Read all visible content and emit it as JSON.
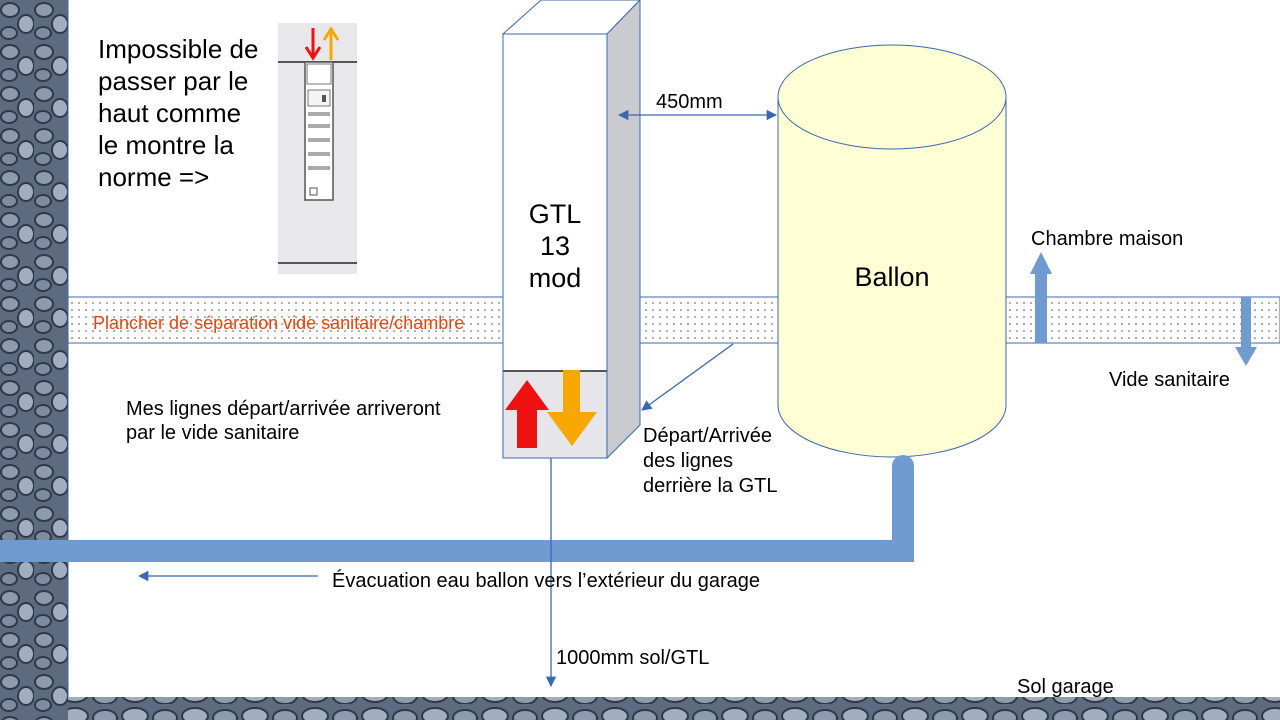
{
  "labels": {
    "impossible_note": "Impossible de\npasser par le\nhaut comme\nle montre la\nnorme =>",
    "gtl": "GTL\n13\nmod",
    "ballon": "Ballon",
    "dimension_450": "450mm",
    "chambre_maison": "Chambre maison",
    "vide_sanitaire": "Vide sanitaire",
    "plancher": "Plancher de séparation vide sanitaire/chambre",
    "mes_lignes": "Mes lignes départ/arrivée arriveront\npar le vide sanitaire",
    "depart_arrivee": "Départ/Arrivée\ndes lignes\nderrière la GTL",
    "evacuation": "Évacuation eau ballon vers l’extérieur du garage",
    "dimension_1000": "1000mm sol/GTL",
    "sol_garage": "Sol garage"
  },
  "colors": {
    "line_blue": "#3a68b0",
    "pipe_blue": "#6f9bd0",
    "tank_fill": "#ffffd6",
    "arrow_red": "#ee1111",
    "arrow_orange": "#f7a800",
    "floor_text": "#e8440c",
    "wall_stone": "#5d6b80"
  }
}
